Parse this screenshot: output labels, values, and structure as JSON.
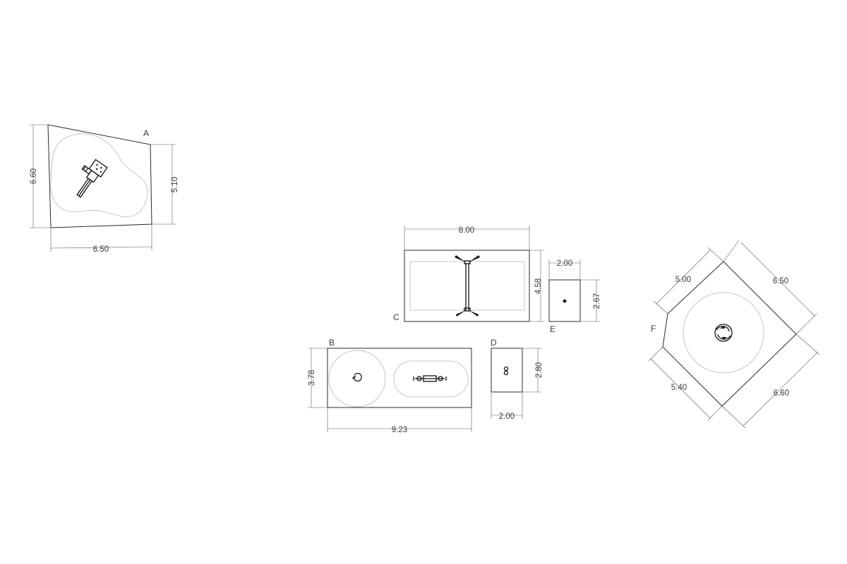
{
  "areas": {
    "a": {
      "label": "A",
      "dims": {
        "left": "6.60",
        "right": "5.10",
        "bottom": "6.50"
      }
    },
    "b": {
      "label": "B",
      "dims": {
        "left": "3.78",
        "bottom": "9.23"
      }
    },
    "c": {
      "label": "C",
      "dims": {
        "top": "8.00",
        "right": "4.58"
      }
    },
    "d": {
      "label": "D",
      "dims": {
        "right": "2.80",
        "bottom": "2.00"
      }
    },
    "e": {
      "label": "E",
      "dims": {
        "top": "2.00",
        "right": "2.67"
      }
    },
    "f": {
      "label": "F",
      "dims": {
        "top_left": "5.00",
        "top_right": "6.50",
        "bottom_left": "5.40",
        "bottom_right": "6.60"
      }
    }
  },
  "colors": {
    "outline": "#2a2a2a",
    "safety_zone": "#b8b8b8",
    "dimension": "#5a5a5a",
    "equipment": "#111111"
  }
}
